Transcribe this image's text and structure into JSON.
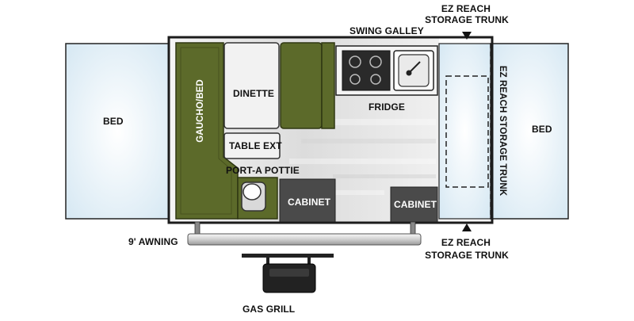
{
  "labels": {
    "bed_left": "BED",
    "bed_right": "BED",
    "gaucho_bed": "GAUCHO/BED",
    "dinette": "DINETTE",
    "table_ext": "TABLE EXT",
    "port_a_pottie": "PORT-A POTTIE",
    "swing_galley": "SWING GALLEY",
    "fridge": "FRIDGE",
    "cabinet_left": "CABINET",
    "cabinet_right": "CABINET",
    "ez_reach_vertical": "EZ REACH STORAGE TRUNK",
    "ez_reach_top_line1": "EZ REACH",
    "ez_reach_top_line2": "STORAGE TRUNK",
    "ez_reach_bottom_line1": "EZ REACH",
    "ez_reach_bottom_line2": "STORAGE TRUNK",
    "awning": "9' AWNING",
    "gas_grill": "GAS GRILL"
  },
  "colors": {
    "bed_fill": "#eef5fa",
    "olive": "#5c6a2a",
    "olive_dark": "#3a4418",
    "cabinet": "#4a4a4a",
    "wall": "#1c1c1c",
    "floor": "#e4e4e4"
  }
}
